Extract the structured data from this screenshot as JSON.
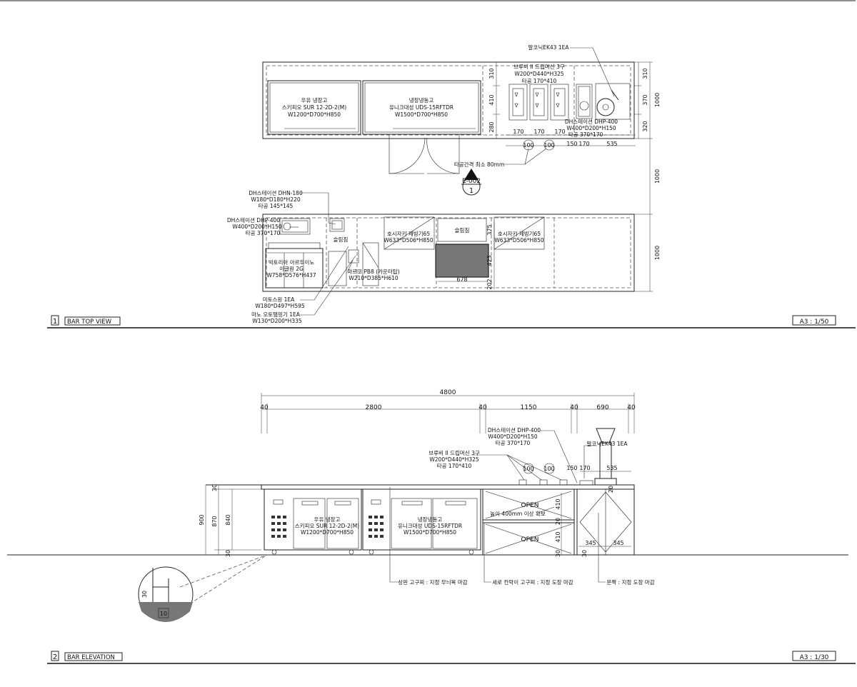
{
  "top_view": {
    "title_num": "1",
    "title": "BAR TOP VIEW",
    "scale": "A3 : 1/50",
    "milk_fridge": [
      "우유 냉장고",
      "스키피오 SUR 12-2D-2(M)",
      "W1200*D700*H850"
    ],
    "freezer": [
      "냉장냉동고",
      "유니크대성 UDS-15RFTDR",
      "W1500*D700*H850"
    ],
    "brewer": [
      "브루비 II 드립머신 3구",
      "W200*D440*H325",
      "타공 170*410"
    ],
    "grinder_ek43": "말코닉EK43 1EA",
    "dhp_right": [
      "DH스테이션 DHP-400",
      "W400*D200*H150",
      "타공 370*170"
    ],
    "hole_gap": "타공간격 최소 80mm",
    "section_tag": "E-002",
    "section_num": "1",
    "dhn": [
      "DH스테이션 DHN-180",
      "W180*D180*H220",
      "타공 145*145"
    ],
    "dhp_left": [
      "DH스테이션 DHP-400",
      "W400*D200*H150",
      "타공 370*170"
    ],
    "espresso": [
      "빅토리아 아르두이노",
      "이글원 2G",
      "W758*D576*H437"
    ],
    "knockbox": "슬림짐",
    "ice_left": [
      "호시자키 제빙기65",
      "W633*D506*H850"
    ],
    "ice_right": [
      "호시자키 제빙기65",
      "W633*D506*H850"
    ],
    "slimjim_mid": "슬림짐",
    "marco": [
      "마르코 PB8 (카운터탑)",
      "W210*D385*H610"
    ],
    "mitosui": [
      "미토스원 1EA",
      "W180*D497*H595"
    ],
    "mano": [
      "마노 오토탬핑기 1EA",
      "W130*D200*H335"
    ],
    "dims": {
      "r310": "310",
      "r370": "370",
      "r320": "320",
      "r1000a": "1000",
      "l310": "310",
      "l410": "410",
      "l280": "280",
      "h170a": "170",
      "h170b": "170",
      "h170c": "170",
      "h150": "150",
      "h170d": "170",
      "h535": "535",
      "c100a": "100",
      "c100b": "100",
      "gap1000": "1000",
      "lower1000": "1000",
      "d375": "375",
      "d423": "423",
      "d202": "202",
      "d678": "678"
    }
  },
  "elevation": {
    "title_num": "2",
    "title": "BAR ELEVATION",
    "scale": "A3 : 1/30",
    "total": "4800",
    "segments": [
      "40",
      "2800",
      "40",
      "1150",
      "40",
      "690",
      "40"
    ],
    "dhp": [
      "DH스테이션 DHP-400",
      "W400*D200*H150",
      "타공 370*170"
    ],
    "ek43": "말코닉EK43 1EA",
    "brewer": [
      "브루비 II 드립머신 3구",
      "W200*D440*H325",
      "타공 170*410"
    ],
    "c100a": "100",
    "c100b": "100",
    "d150": "150",
    "d170": "170",
    "d535": "535",
    "h900": "900",
    "h870": "870",
    "h840": "840",
    "h30a": "30",
    "h30b": "30",
    "milk_fridge": [
      "우유 냉장고",
      "스키피오 SUR 12-2D-2(M)",
      "W1200*D700*H850"
    ],
    "freezer": [
      "냉장냉동고",
      "유니크대성 UDS-15RFTDR",
      "W1500*D700*H850"
    ],
    "open1": "OPEN",
    "open2": "OPEN",
    "clearance": "높이 400mm 이상 확보",
    "d410a": "410",
    "d20a": "20",
    "d410b": "410",
    "d20b": "20",
    "d30c": "30",
    "d30d": "30",
    "d345a": "345",
    "d345b": "345",
    "note1": "상판 고구찌 : 지정 무늬목 마감",
    "note2": "세로 칸막이 고구찌 : 지정 도장 마감",
    "note3": "문짝 : 지정 도장 마감",
    "detail30": "30",
    "detail10": "10"
  }
}
